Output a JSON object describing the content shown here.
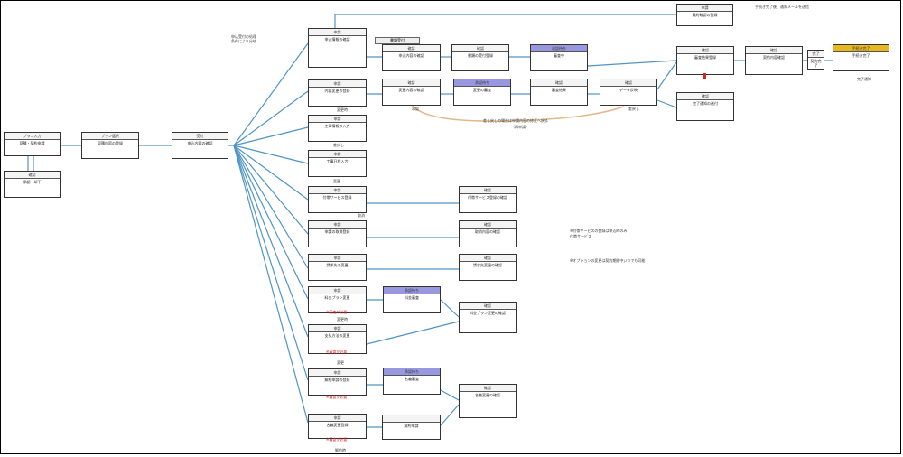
{
  "nodes": {
    "n_start": {
      "head": "プラン入力",
      "body": "見積・契約申請"
    },
    "n_sub": {
      "head": "確認",
      "body": "承認・却下"
    },
    "n_step2": {
      "head": "プラン選択",
      "body": "見積内容の登録"
    },
    "n_hub": {
      "head": "受付",
      "body": "申込内容の確認"
    },
    "n_top": {
      "head": "申請",
      "body": "最終確認の登録"
    },
    "b1": {
      "head": "申請",
      "body": "申込情報の確認"
    },
    "b2": {
      "head": "申請",
      "body": "内容変更の登録"
    },
    "b3": {
      "head": "申請",
      "body": "工事情報の入力"
    },
    "b4": {
      "head": "申請",
      "body": "工事日程入力"
    },
    "b5": {
      "head": "申請",
      "body": "付帯サービス登録"
    },
    "b6": {
      "head": "申請",
      "body": "申請の取消登録"
    },
    "b7": {
      "head": "申請",
      "body": "請求先の変更"
    },
    "b8": {
      "head": "申請",
      "body": "料金プラン変更"
    },
    "b9": {
      "head": "申請",
      "body": "支払方法の変更"
    },
    "b10": {
      "head": "申請",
      "body": "解約申請の登録"
    },
    "b11": {
      "head": "申請",
      "body": "名義変更登録"
    },
    "r1a": {
      "head": "確認",
      "body": "申込内容の確認"
    },
    "r1b": {
      "head": "確認",
      "body": "書類の受付登録"
    },
    "r1c": {
      "head": "承認待ち",
      "body": "審査中"
    },
    "r1d": {
      "head": "確認",
      "body": "審査結果登録"
    },
    "r1e": {
      "head": "確認",
      "body": "契約内容確認"
    },
    "r1f": {
      "head": "完了",
      "body": "契約完了"
    },
    "r1g": {
      "head": "手続き完了",
      "body": "手続き完了"
    },
    "r2a": {
      "head": "確認",
      "body": "変更内容の確認"
    },
    "r2b": {
      "head": "承認待ち",
      "body": "変更の審査"
    },
    "r2c": {
      "head": "確認",
      "body": "審査結果"
    },
    "r2d": {
      "head": "確認",
      "body": "データ反映"
    },
    "r2e": {
      "head": "確認",
      "body": "完了通知の送付"
    },
    "m1": {
      "head": "確認",
      "body": "付帯サービス登録の確認"
    },
    "m2": {
      "head": "確認",
      "body": "取消内容の確認"
    },
    "m3": {
      "head": "確認",
      "body": "請求先変更の確認"
    },
    "blue1": {
      "head": "承認待ち",
      "body": "料金審査"
    },
    "m4": {
      "head": "確認",
      "body": "料金プラン変更の確認"
    },
    "blue2": {
      "head": "承認待ち",
      "body": "名義審査"
    },
    "m5a": {
      "head": "",
      "body": "解約申請"
    },
    "m5": {
      "head": "確認",
      "body": "名義変更の確認"
    }
  },
  "tag_label": "書類受付",
  "notes": {
    "top_right": "手続き完了後、通知メールを送信",
    "hub_note": "申込受付の処理\n条件により分岐",
    "arc_note": "差し戻しの場合は申請内容の修正へ戻る",
    "arc_note2": "（再申請）",
    "right_far": "完了通知",
    "mid_note1": "※付帯サービスの登録は申込時のみ",
    "mid_note2": "付帯サービス",
    "mid_note3": "※オプションの変更は契約期間中いつでも可能",
    "red1": "※審査が必要",
    "red2": "※審査が必要",
    "red3": "※審査が必要",
    "red4": "※審査が必要",
    "small1": "変更時",
    "small2": "差戻し",
    "small3": "変更",
    "small4": "取消",
    "small5": "変更時",
    "small6": "変更",
    "small7": "解約時",
    "small8": "承認",
    "small9": "差戻し"
  }
}
